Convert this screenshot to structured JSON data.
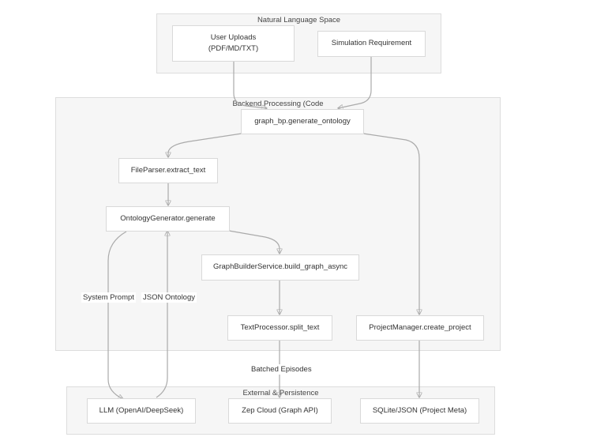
{
  "groups": {
    "natural_language": "Natural Language Space",
    "backend": "Backend Processing (Code",
    "external": "External & Persistence"
  },
  "nodes": {
    "user_uploads": "User Uploads\n(PDF/MD/TXT)",
    "simulation_requirement": "Simulation Requirement",
    "generate_ontology": "graph_bp.generate_ontology",
    "file_parser": "FileParser.extract_text",
    "ontology_generator": "OntologyGenerator.generate",
    "graph_builder": "GraphBuilderService.build_graph_async",
    "text_processor": "TextProcessor.split_text",
    "project_manager": "ProjectManager.create_project",
    "llm": "LLM (OpenAI/DeepSeek)",
    "zep_cloud": "Zep Cloud (Graph API)",
    "sqlite_json": "SQLite/JSON (Project Meta)"
  },
  "edge_labels": {
    "system_prompt": "System Prompt",
    "json_ontology": "JSON Ontology",
    "batched_episodes": "Batched Episodes"
  }
}
